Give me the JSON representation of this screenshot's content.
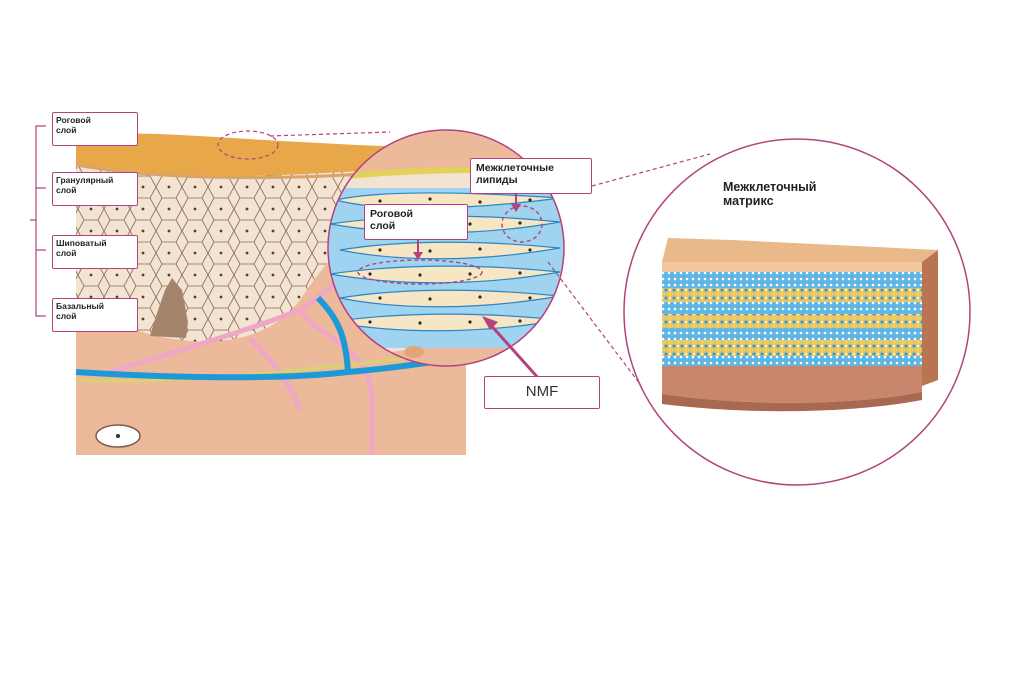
{
  "layers": {
    "corneum": "Роговой\nслой",
    "granular": "Гранулярный\nслой",
    "spinous": "Шиповатый\nслой",
    "basal": "Базальный\nслой"
  },
  "zoom": {
    "corneum_label": "Роговой\nслой",
    "lipids_label": "Межклеточные\nлипиды",
    "nmf_label": "NMF"
  },
  "matrix": {
    "title": "Межклеточный\nматрикс"
  },
  "colors": {
    "accent": "#b4427f",
    "stratum_corneum": "#e8a84a",
    "dermis": "#ecb99b",
    "lipid": "#9fd3ef",
    "vessel_blue": "#1d9ad6",
    "vessel_pink": "#f0a6c4"
  }
}
